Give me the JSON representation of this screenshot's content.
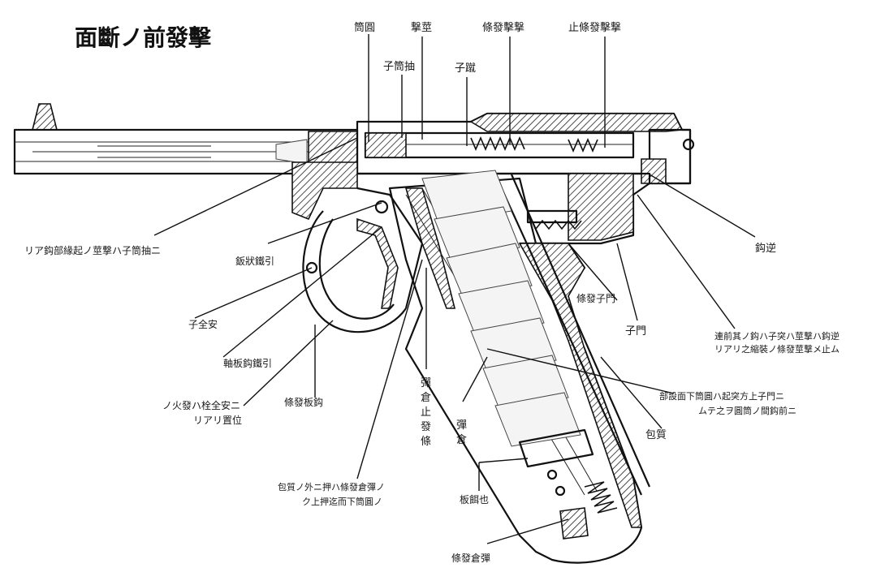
{
  "title": "面斷ノ前發擊",
  "labels": {
    "l1": "筒圓",
    "l2": "撃莖",
    "l3": "條發擊撃",
    "l4": "止條發擊撃",
    "l5": "子筒抽",
    "l6": "子蹴",
    "l7": "リア鈎部緣起ノ莖撃ハ子筒抽ニ",
    "l8": "鈑狀鐵引",
    "l9": "鈎逆",
    "l10": "子全安",
    "l11": "條發子門",
    "l12": "子門",
    "l13": "連前其ノ鈎ハ子突ハ莖撃ハ鈎逆",
    "l14": "リアリ之縮裝ノ條發莖撃メ止ム",
    "l15": "軸板鈎鐵引",
    "l16": "ノ火發ハ栓全安ニ",
    "l17": "リアリ置位",
    "l18": "條發板鈎",
    "l19a": "彈",
    "l19b": "倉",
    "l19c": "止",
    "l19d": "發",
    "l19e": "條",
    "l20a": "彈",
    "l20b": "倉",
    "l21": "部設面下筒圓ハ起突方上子門ニ",
    "l22": "ムテ之ヲ圓筒ノ間鈎前ニ",
    "l23": "包質",
    "l24": "包質ノ外ニ押ハ條發倉彈ノ",
    "l25": "ク上押迄而下筒圓ノ",
    "l26": "板餌也",
    "l27": "條發倉彈"
  },
  "colors": {
    "ink": "#111111",
    "paper": "#ffffff"
  }
}
